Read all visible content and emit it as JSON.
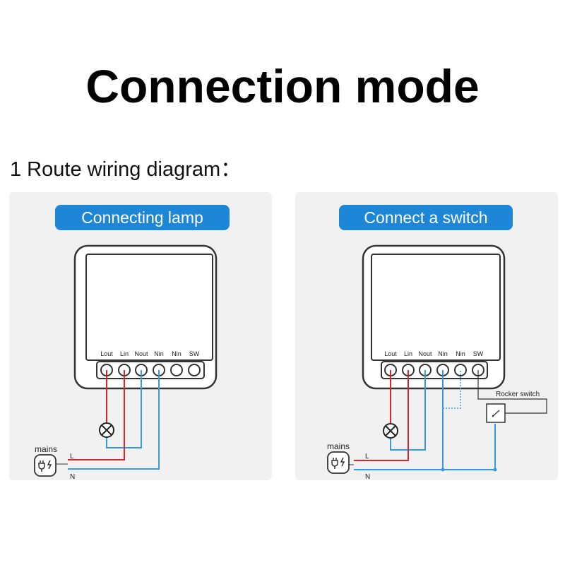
{
  "title": "Connection mode",
  "subtitle": "1 Route wiring diagram：",
  "colors": {
    "line_wire": "#d8262c",
    "neutral_wire": "#3a9ad9",
    "heading_bg": "#1e86d6",
    "panel_bg": "#f1f1f1"
  },
  "panels": [
    {
      "heading": "Connecting lamp",
      "terminals": [
        "Lout",
        "Lin",
        "Nout",
        "Nin",
        "Nin",
        "SW"
      ],
      "mains_label": "mains",
      "l_label": "L",
      "n_label": "N"
    },
    {
      "heading": "Connect a switch",
      "terminals": [
        "Lout",
        "Lin",
        "Nout",
        "Nin",
        "Nin",
        "SW"
      ],
      "mains_label": "mains",
      "l_label": "L",
      "n_label": "N",
      "rocker_label": "Rocker switch"
    }
  ]
}
